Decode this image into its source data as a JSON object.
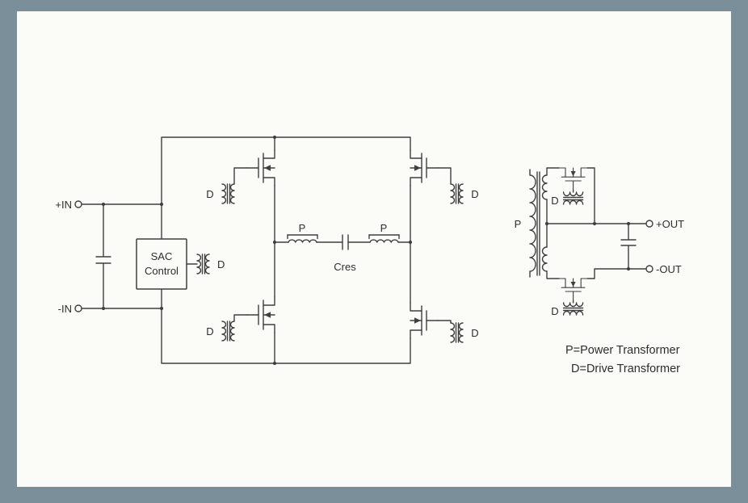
{
  "colors": {
    "frame": "#7b8f9b",
    "canvas": "#fbfbf8",
    "line": "#3f3f3f",
    "text": "#2d2d2d"
  },
  "diagram": {
    "labels": {
      "in_pos": "+IN",
      "in_neg": "-IN",
      "sac_line1": "SAC",
      "sac_line2": "Control",
      "drive": "D",
      "power": "P",
      "cres": "Cres",
      "out_pos": "+OUT",
      "out_neg": "-OUT"
    },
    "legend": {
      "power": "P=Power Transformer",
      "drive": "D=Drive Transformer"
    }
  }
}
